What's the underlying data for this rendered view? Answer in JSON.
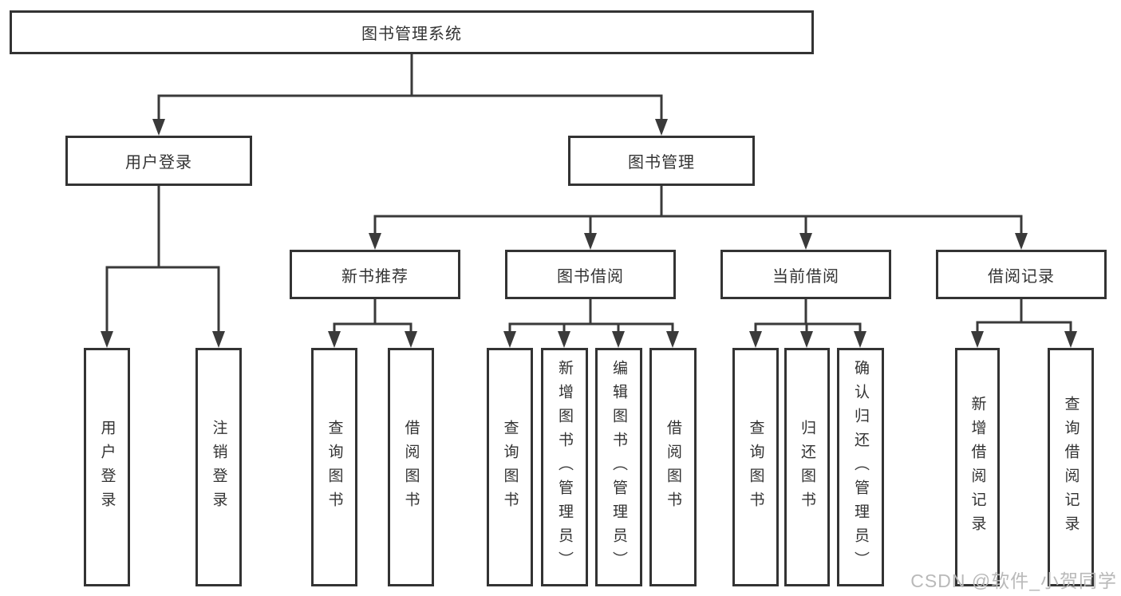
{
  "diagram": {
    "title": "图书管理系统",
    "type": "hierarchy-tree",
    "watermark": "CSDN @软件_小贺同学",
    "colors": {
      "line": "#3a3a3a",
      "box_border": "#333333",
      "text": "#333333",
      "background": "#ffffff",
      "watermark": "#b9b9b9"
    }
  },
  "nodes": {
    "root": "图书管理系统",
    "l2": [
      "用户登录",
      "图书管理"
    ],
    "l3": [
      "新书推荐",
      "图书借阅",
      "当前借阅",
      "借阅记录"
    ],
    "leaves": [
      "用户登录",
      "注销登录",
      "查询图书",
      "借阅图书",
      "查询图书",
      "新增图书（管理员）",
      "编辑图书（管理员）",
      "借阅图书",
      "查询图书",
      "归还图书",
      "确认归还（管理员）",
      "新增借阅记录",
      "查询借阅记录"
    ]
  },
  "structure": {
    "图书管理系统": [
      "用户登录",
      "图书管理"
    ],
    "用户登录": [
      "用户登录",
      "注销登录"
    ],
    "图书管理": [
      "新书推荐",
      "图书借阅",
      "当前借阅",
      "借阅记录"
    ],
    "新书推荐": [
      "查询图书",
      "借阅图书"
    ],
    "图书借阅": [
      "查询图书",
      "新增图书（管理员）",
      "编辑图书（管理员）",
      "借阅图书"
    ],
    "当前借阅": [
      "查询图书",
      "归还图书",
      "确认归还（管理员）"
    ],
    "借阅记录": [
      "新增借阅记录",
      "查询借阅记录"
    ]
  }
}
